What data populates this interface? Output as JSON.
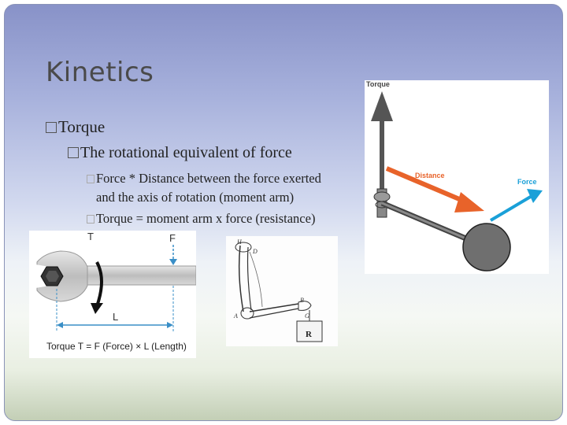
{
  "slide": {
    "title": "Kinetics",
    "bullets": {
      "level1": "Torque",
      "level2": "The rotational equivalent of force",
      "level3a_line1": "Force *  Distance between the force exerted",
      "level3a_line2": "and the axis of rotation (moment arm)",
      "level3b": "Torque =  moment arm x force (resistance)"
    }
  },
  "figures": {
    "wrench": {
      "label_t": "T",
      "label_f": "F",
      "label_l": "L",
      "caption": "Torque T = F (Force) × L (Length)",
      "colors": {
        "arrow_blue": "#3a8fc7",
        "arm_black": "#111111",
        "wrench_grey": "#c8c8c8"
      }
    },
    "arm_sketch": {
      "weight_label": "R"
    },
    "lever": {
      "torque_label": "Torque",
      "distance_label": "Distance",
      "force_label": "Force",
      "colors": {
        "torque": "#555555",
        "distance": "#e8632a",
        "force": "#1aa0d8"
      }
    }
  }
}
